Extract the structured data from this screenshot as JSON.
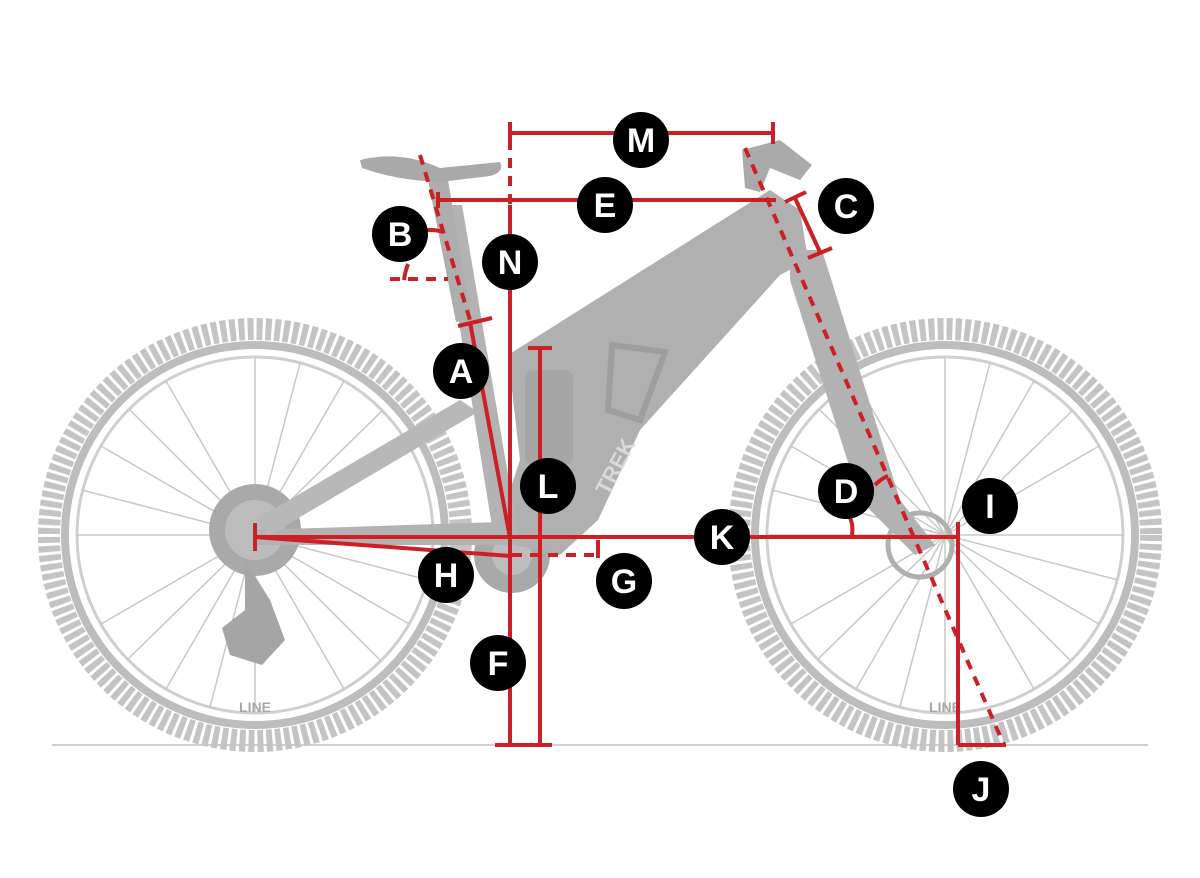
{
  "diagram": {
    "colors": {
      "dimension": "#cc1f26",
      "bike": "#b7b7b7",
      "label_bg": "#000000",
      "label_text": "#ffffff",
      "ground": "#cfcfcf"
    },
    "labels": {
      "A": "A",
      "B": "B",
      "C": "C",
      "D": "D",
      "E": "E",
      "F": "F",
      "G": "G",
      "H": "H",
      "I": "I",
      "J": "J",
      "K": "K",
      "L": "L",
      "M": "M",
      "N": "N"
    },
    "frame_brand": "TREK",
    "rim_brand": "LINE"
  }
}
